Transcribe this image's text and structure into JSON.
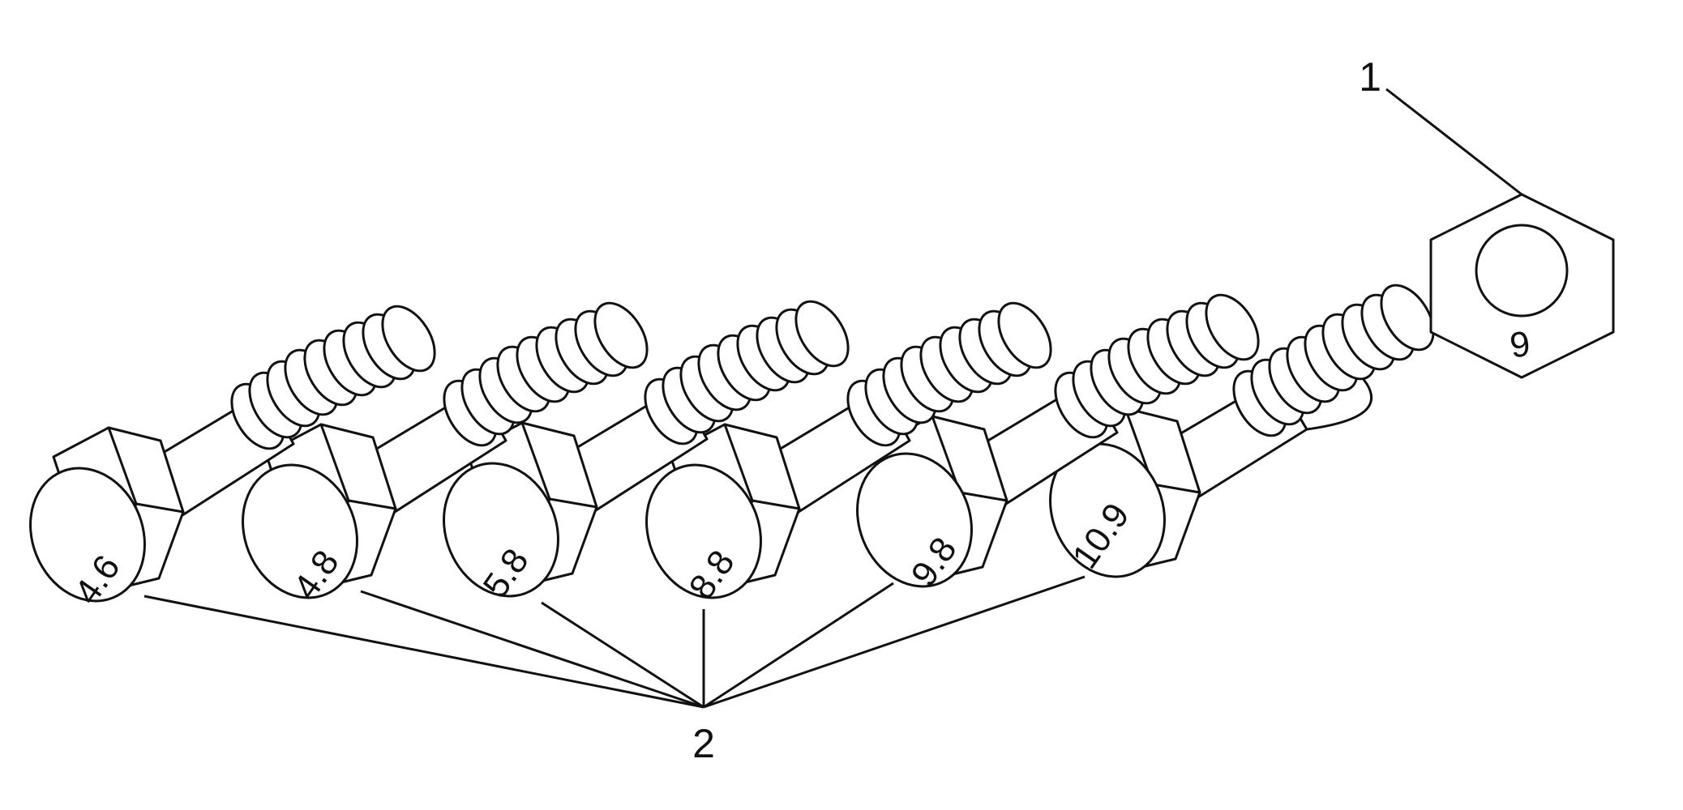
{
  "callouts": {
    "nut_number": "1",
    "bolts_number": "2"
  },
  "nut": {
    "marking": "9"
  },
  "bolts": [
    {
      "grade": "4.6"
    },
    {
      "grade": "4.8"
    },
    {
      "grade": "5.8"
    },
    {
      "grade": "8.8"
    },
    {
      "grade": "9.8"
    },
    {
      "grade": "10.9"
    }
  ],
  "colors": {
    "line": "#111111",
    "background": "#ffffff"
  }
}
